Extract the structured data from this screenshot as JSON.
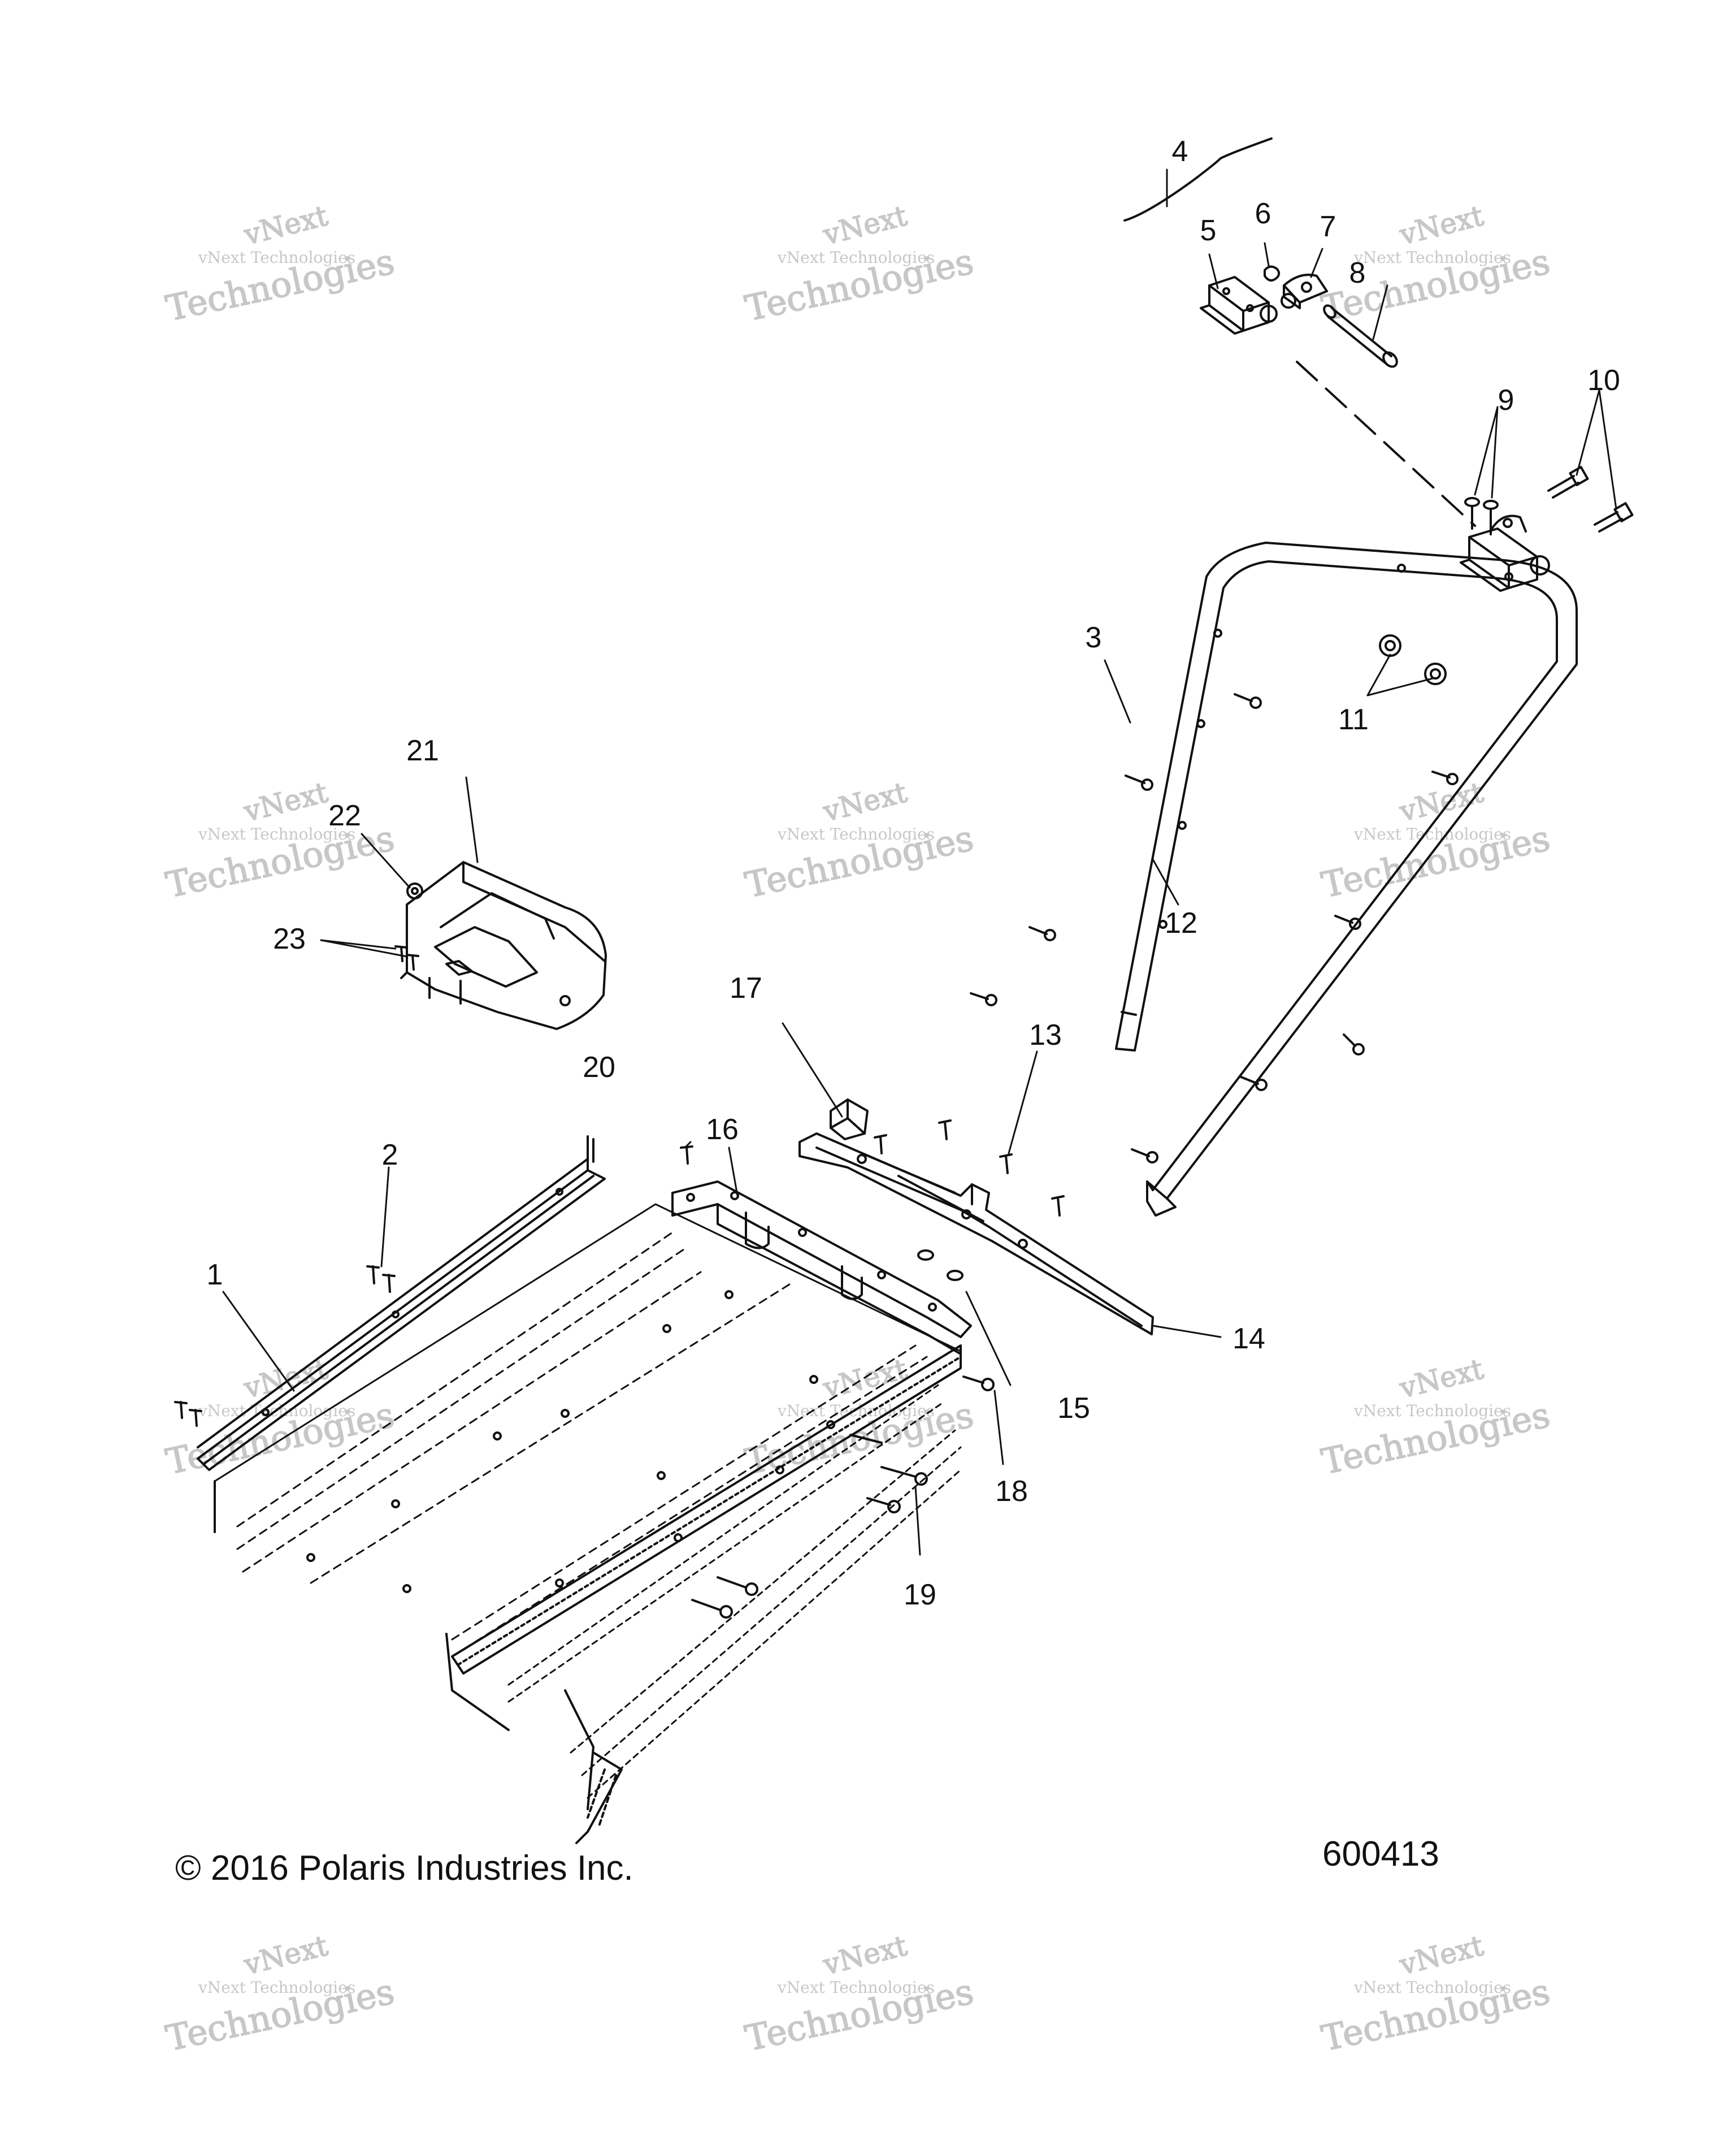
{
  "callouts": [
    "1",
    "2",
    "3",
    "4",
    "5",
    "6",
    "7",
    "8",
    "9",
    "10",
    "11",
    "12",
    "13",
    "14",
    "15",
    "16",
    "17",
    "18",
    "19",
    "20",
    "21",
    "22",
    "23"
  ],
  "watermark": {
    "line_1": "vNext",
    "line_2": "vNext Technologies",
    "line_3": "Technologies"
  },
  "footer": {
    "copyright": "© 2016 Polaris Industries Inc.",
    "figure_number": "600413"
  },
  "colors": {
    "ink": "#111111",
    "watermark": "#9a9a9a",
    "background": "#ffffff"
  }
}
